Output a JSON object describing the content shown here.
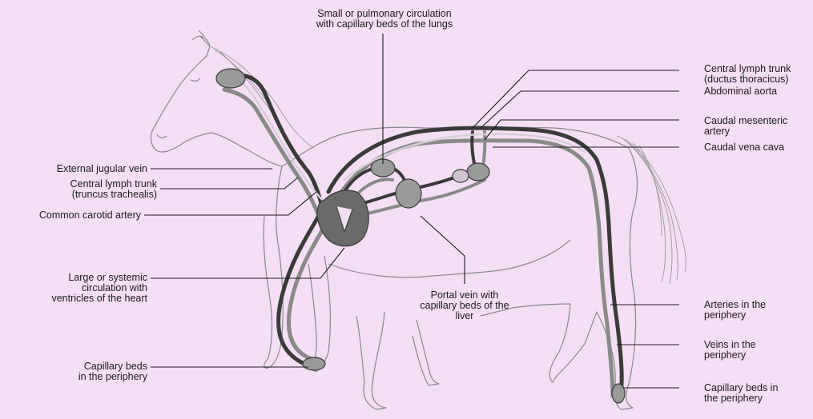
{
  "labels": {
    "pulmonary": "Small or pulmonary circulation\nwith capillary beds of the lungs",
    "central_lymph_thoracic": "Central lymph trunk\n(ductus thoracicus)",
    "abdominal_aorta": "Abdominal aorta",
    "caudal_mesenteric": "Caudal mesenteric\nartery",
    "caudal_vena_cava": "Caudal vena cava",
    "external_jugular": "External jugular vein",
    "central_lymph_tracheal": "Central lymph trunk\n(truncus trachealis)",
    "common_carotid": "Common carotid artery",
    "systemic": "Large or systemic\ncirculation with\nventricles of the heart",
    "portal_vein": "Portal vein with\ncapillary beds of the\nliver",
    "capillary_left": "Capillary beds\nin the periphery",
    "arteries_periphery": "Arteries in the\nperiphery",
    "veins_periphery": "Veins in the\nperiphery",
    "capillary_right": "Capillary beds in\nthe periphery"
  },
  "colors": {
    "background": "#f5dff5",
    "outline": "#777777",
    "vessel_dark": "#3a3a3a",
    "vessel_mid": "#8a8a8a",
    "vessel_light": "#d8d0d8",
    "leader": "#1a1a1a"
  }
}
